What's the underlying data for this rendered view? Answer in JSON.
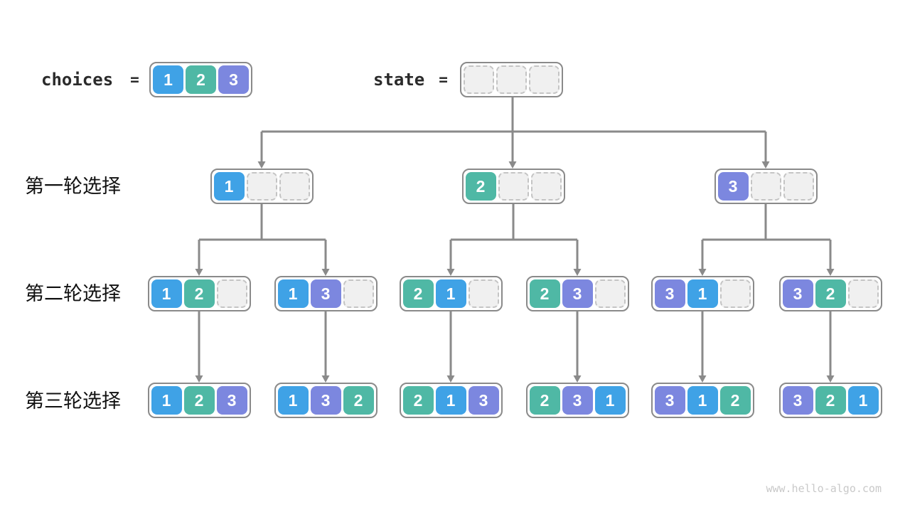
{
  "header": {
    "choices_label": "choices",
    "choices_equals": "=",
    "state_label": "state",
    "state_equals": "="
  },
  "palette": {
    "v1": "#3fa2e6",
    "v2": "#4fb8a5",
    "v3": "#7c87df",
    "empty_fill": "#f0f0f0",
    "empty_border": "#c4c4c4",
    "container_border": "#8a8a8a",
    "connector": "#8a8a8a",
    "cell_text": "#ffffff"
  },
  "choices_values": [
    1,
    2,
    3
  ],
  "state_values": [
    null,
    null,
    null
  ],
  "rows": [
    {
      "label": "第一轮选择",
      "nodes": [
        [
          1,
          null,
          null
        ],
        [
          2,
          null,
          null
        ],
        [
          3,
          null,
          null
        ]
      ]
    },
    {
      "label": "第二轮选择",
      "nodes": [
        [
          1,
          2,
          null
        ],
        [
          1,
          3,
          null
        ],
        [
          2,
          1,
          null
        ],
        [
          2,
          3,
          null
        ],
        [
          3,
          1,
          null
        ],
        [
          3,
          2,
          null
        ]
      ]
    },
    {
      "label": "第三轮选择",
      "nodes": [
        [
          1,
          2,
          3
        ],
        [
          1,
          3,
          2
        ],
        [
          2,
          1,
          3
        ],
        [
          2,
          3,
          1
        ],
        [
          3,
          1,
          2
        ],
        [
          3,
          2,
          1
        ]
      ]
    }
  ],
  "watermark": "www.hello-algo.com"
}
